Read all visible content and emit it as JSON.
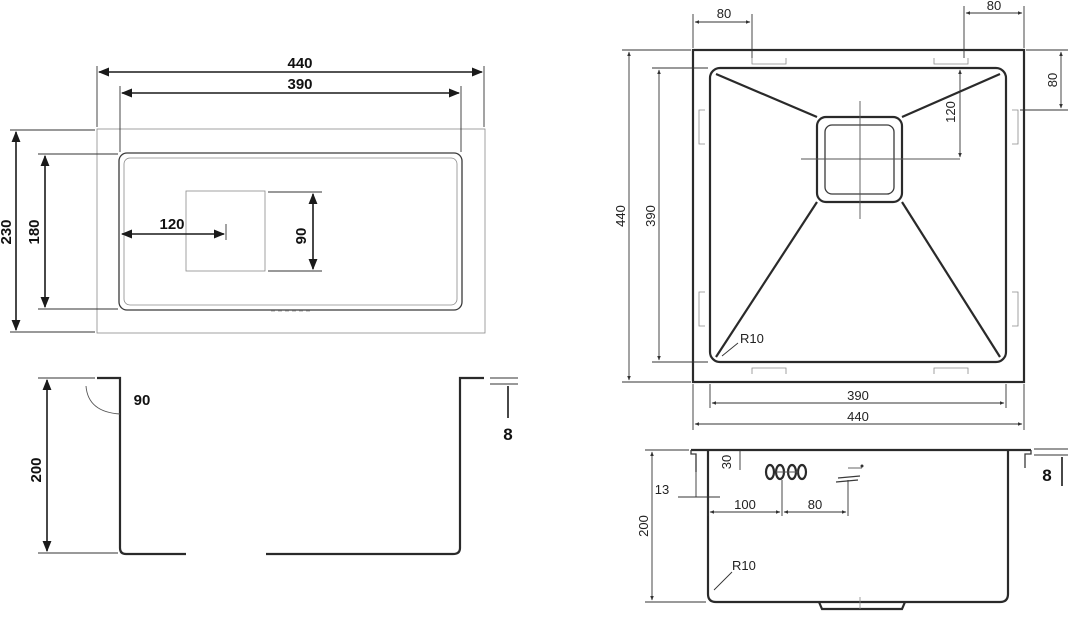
{
  "left_top_view": {
    "dim_width_outer": "440",
    "dim_width_inner": "390",
    "dim_height_outer": "230",
    "dim_height_inner": "180",
    "dim_drain_offset": "120",
    "dim_drain_size": "90"
  },
  "left_section_view": {
    "dim_depth": "200",
    "dim_angle": "90",
    "dim_flange": "8"
  },
  "right_top_view": {
    "dim_top_left": "80",
    "dim_top_right": "80",
    "dim_right_top": "80",
    "dim_drain": "120",
    "dim_height_outer": "440",
    "dim_height_inner": "390",
    "dim_radius": "R10",
    "dim_width_inner": "390",
    "dim_width_outer": "440"
  },
  "right_section_view": {
    "dim_30": "30",
    "dim_13": "13",
    "dim_100": "100",
    "dim_80": "80",
    "dim_depth": "200",
    "dim_radius": "R10",
    "dim_flange": "8"
  }
}
